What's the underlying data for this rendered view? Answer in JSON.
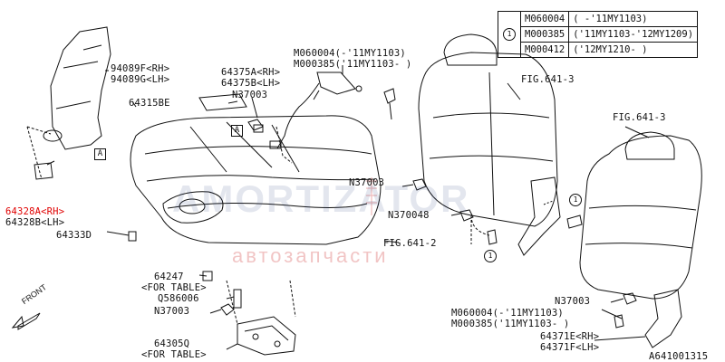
{
  "labels": {
    "p94089": [
      "94089F<RH>",
      "94089G<LH>"
    ],
    "p64328": [
      "64328A<RH>",
      "64328B<LH>"
    ],
    "p64333D": "64333D",
    "p64315BE": "64315BE",
    "p64375": [
      "64375A<RH>",
      "64375B<LH>"
    ],
    "n37003_top": "N37003",
    "m_top": [
      "M060004(-'11MY1103)",
      "M000385('11MY1103- )"
    ],
    "fig641_3_a": "FIG.641-3",
    "fig641_3_b": "FIG.641-3",
    "n37003_mid": "N37003",
    "n370048": "N370048",
    "fig641_2": "FIG.641-2",
    "p64247": [
      "64247",
      "<FOR TABLE>"
    ],
    "q586006": "Q586006",
    "n37003_low": "N37003",
    "p64305q": [
      "64305Q",
      "<FOR TABLE>"
    ],
    "m_bottom": [
      "M060004(-'11MY1103)",
      "M000385('11MY1103- )"
    ],
    "n37003_right": "N37003",
    "p64371": [
      "64371E<RH>",
      "64371F<LH>"
    ],
    "ref_code": "A641001315",
    "box_a": "A",
    "circle_1": "1",
    "front": "FRONT"
  },
  "code_table": {
    "marker": "1",
    "rows": [
      {
        "code": "M060004",
        "range": "( -'11MY1103)"
      },
      {
        "code": "M000385",
        "range": "('11MY1103-'12MY1209)"
      },
      {
        "code": "M000412",
        "range": "('12MY1210- )"
      }
    ]
  },
  "watermark": {
    "brand": "AMORTIZATOR",
    "sub": "автозапчасти"
  },
  "colors": {
    "highlight": "#e00000",
    "line": "#111111"
  }
}
